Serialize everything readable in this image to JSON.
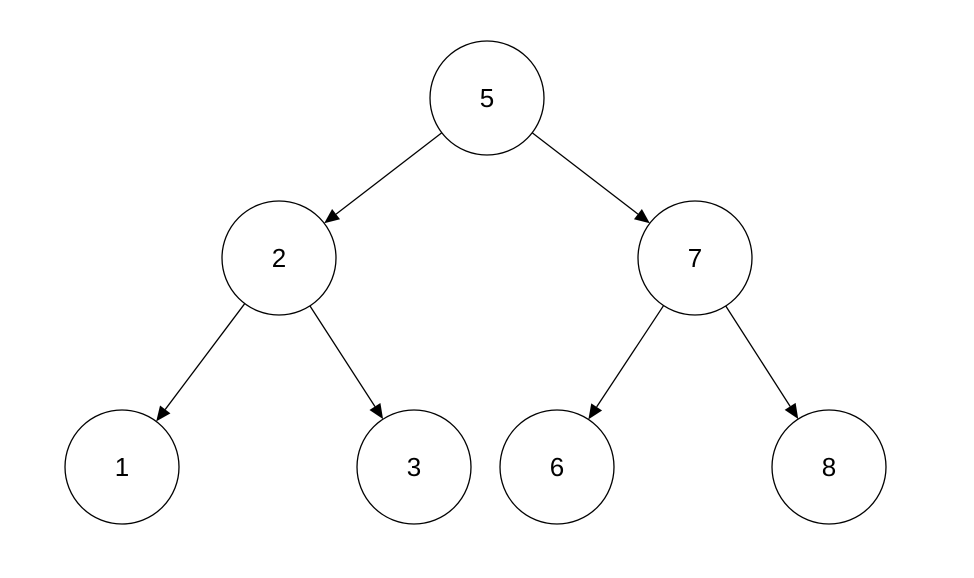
{
  "tree": {
    "nodes": [
      {
        "id": "n5",
        "label": "5"
      },
      {
        "id": "n2",
        "label": "2"
      },
      {
        "id": "n7",
        "label": "7"
      },
      {
        "id": "n1",
        "label": "1"
      },
      {
        "id": "n3",
        "label": "3"
      },
      {
        "id": "n6",
        "label": "6"
      },
      {
        "id": "n8",
        "label": "8"
      }
    ],
    "edges": [
      {
        "from": "n5",
        "to": "n2"
      },
      {
        "from": "n5",
        "to": "n7"
      },
      {
        "from": "n2",
        "to": "n1"
      },
      {
        "from": "n2",
        "to": "n3"
      },
      {
        "from": "n7",
        "to": "n6"
      },
      {
        "from": "n7",
        "to": "n8"
      }
    ]
  }
}
